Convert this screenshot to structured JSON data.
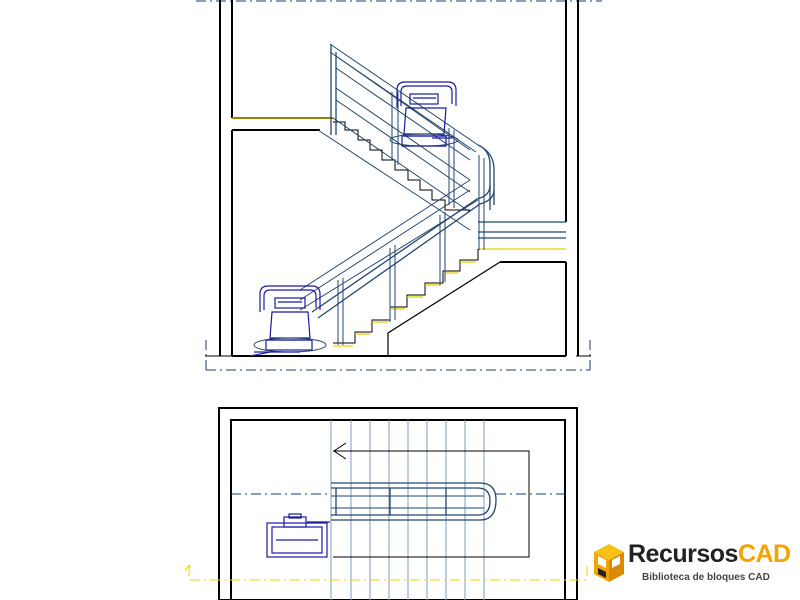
{
  "logo": {
    "brand_part1": "Recursos",
    "brand_part2": "CAD",
    "tagline": "Biblioteca de bloques CAD",
    "brand_color_dark": "#222222",
    "brand_color_accent": "#f2a400"
  },
  "drawing": {
    "views": [
      "elevation-section",
      "floor-plan"
    ],
    "colors": {
      "walls": "#000000",
      "stair_lines": "#24466e",
      "stairlift_rail": "#1a1aa0",
      "floor_levels": "#e6d200",
      "axis_lines": "#1e3a6e"
    }
  }
}
